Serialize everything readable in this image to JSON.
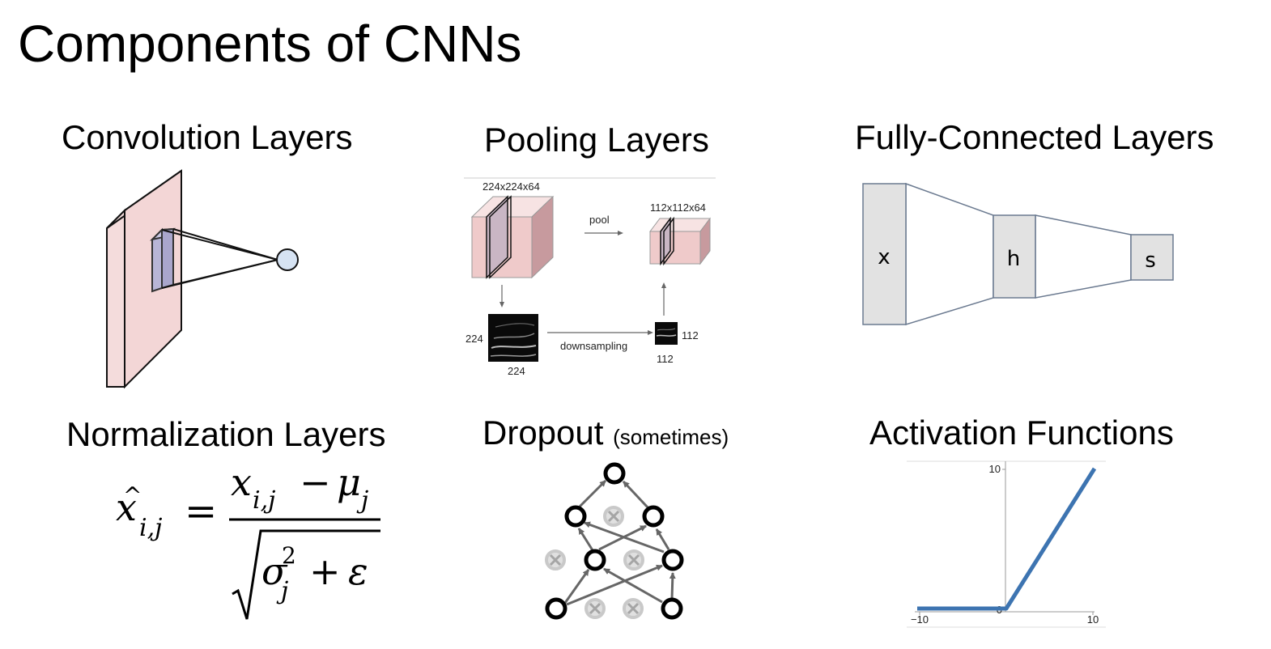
{
  "title": "Components of CNNs",
  "sections": {
    "conv": {
      "title": "Convolution Layers"
    },
    "pool": {
      "title": "Pooling Layers",
      "in_size": "224x224x64",
      "out_size": "112x112x64",
      "pool_label": "pool",
      "downsampling_label": "downsampling",
      "in_h": "224",
      "in_w": "224",
      "out_h": "112",
      "out_w": "112"
    },
    "fc": {
      "title": "Fully-Connected Layers",
      "x": "x",
      "h": "h",
      "s": "s"
    },
    "norm": {
      "title": "Normalization Layers",
      "formula": "x̂_{i,j} = (x_{i,j} − μ_j) / √(σ_j² + ε)"
    },
    "dropout": {
      "title": "Dropout",
      "note": "(sometimes)"
    },
    "activation": {
      "title": "Activation Functions",
      "x_min_label": "−10",
      "x_max_label": "10",
      "y_max_label": "10",
      "zero_label": "0",
      "line_color": "#3d74b1"
    }
  }
}
